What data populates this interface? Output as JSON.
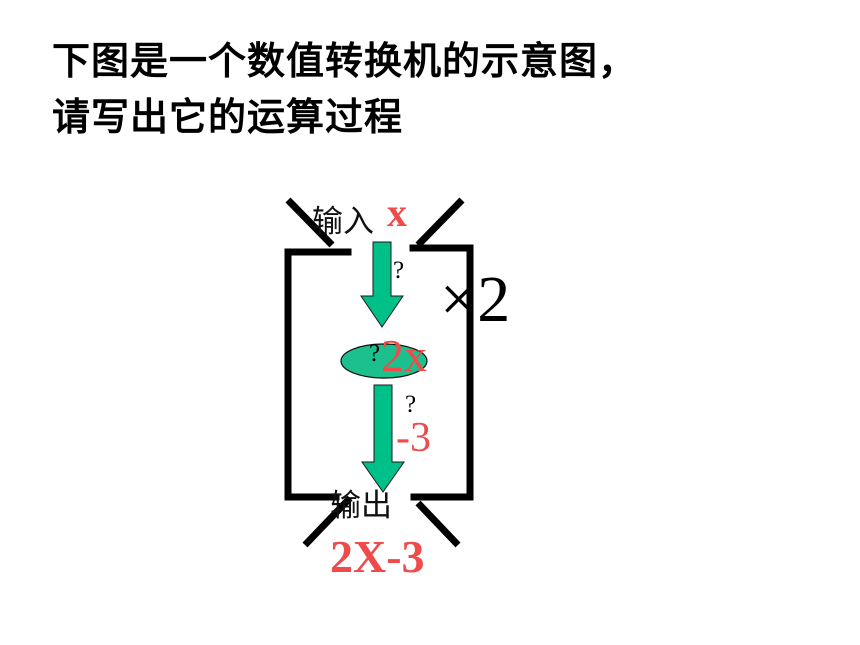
{
  "title": {
    "line1": "下图是一个数值转换机的示意图，",
    "line2": "请写出它的运算过程"
  },
  "machine": {
    "input_label": "输入",
    "input_var": "x",
    "output_label": "输出",
    "step1_placeholder": "?",
    "step1_op": "×2",
    "middle_placeholder": "?",
    "middle_value": "2x",
    "step2_placeholder": "?",
    "step2_op": "-3",
    "result": "2X-3"
  },
  "colors": {
    "arrow": "#00c08a",
    "ellipse": "#1cc08e",
    "highlight": "#f04a4a",
    "stroke": "#000000"
  }
}
